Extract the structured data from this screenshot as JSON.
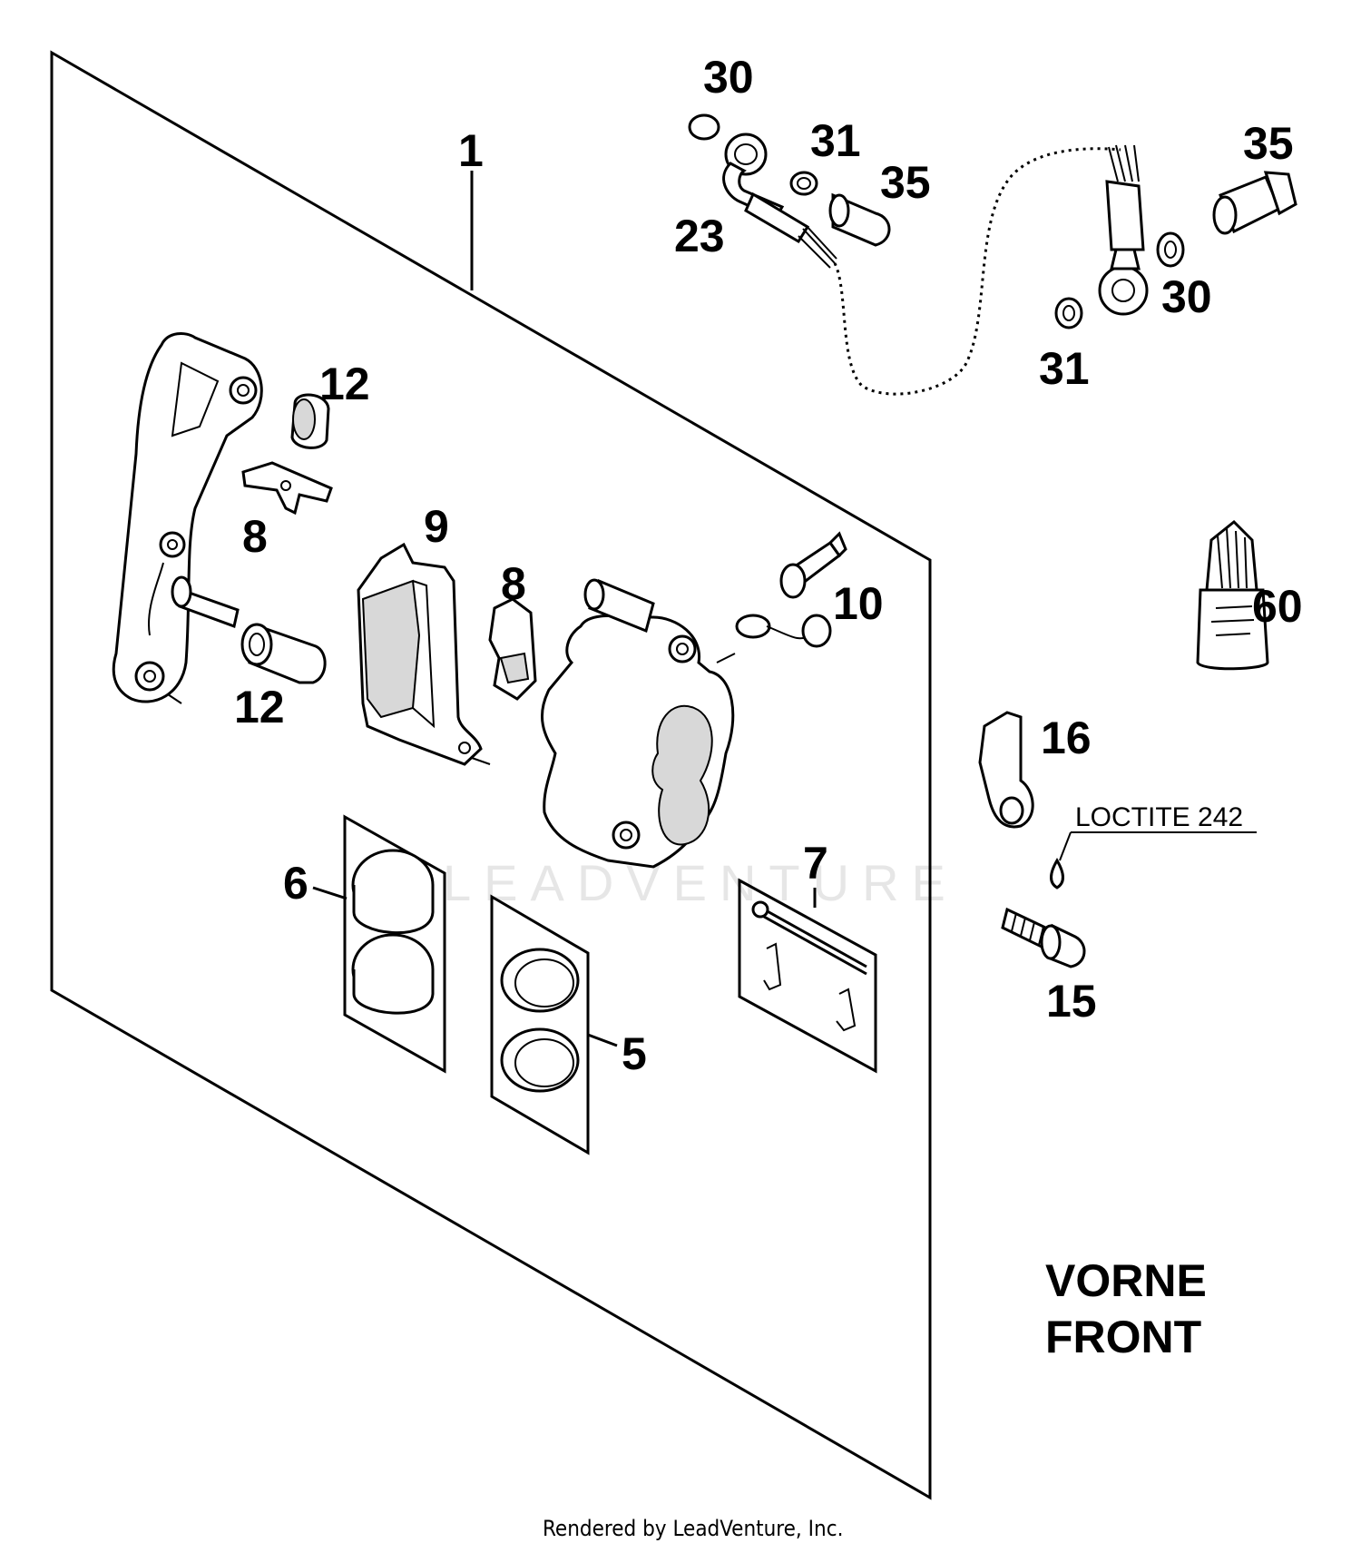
{
  "diagram": {
    "callouts": {
      "c1": "1",
      "c30_top": "30",
      "c31_top": "31",
      "c35_top": "35",
      "c23": "23",
      "c35_right": "35",
      "c30_right": "30",
      "c31_right": "31",
      "c12_top": "12",
      "c8_top": "8",
      "c9": "9",
      "c8_mid": "8",
      "c10": "10",
      "c12_bottom": "12",
      "c60": "60",
      "c16": "16",
      "c15": "15",
      "c6": "6",
      "c7": "7",
      "c5": "5"
    },
    "note_loctite": "LOCTITE 242",
    "direction_line1": "VORNE",
    "direction_line2": "FRONT",
    "watermark": "LEADVENTURE",
    "credit": "Rendered by LeadVenture, Inc."
  }
}
